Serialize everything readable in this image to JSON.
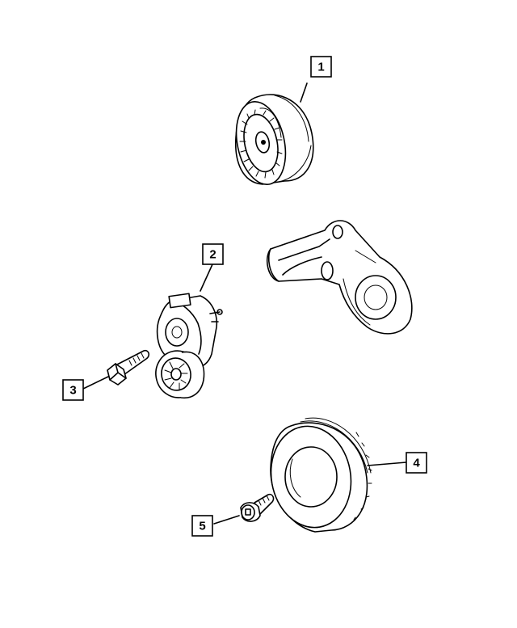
{
  "diagram": {
    "callouts": [
      {
        "id": "1",
        "label": "1",
        "part": "idler-pulley"
      },
      {
        "id": "2",
        "label": "2",
        "part": "belt-tensioner"
      },
      {
        "id": "3",
        "label": "3",
        "part": "tensioner-bolt"
      },
      {
        "id": "4",
        "label": "4",
        "part": "crankshaft-damper-pulley"
      },
      {
        "id": "5",
        "label": "5",
        "part": "damper-bolt"
      }
    ]
  }
}
